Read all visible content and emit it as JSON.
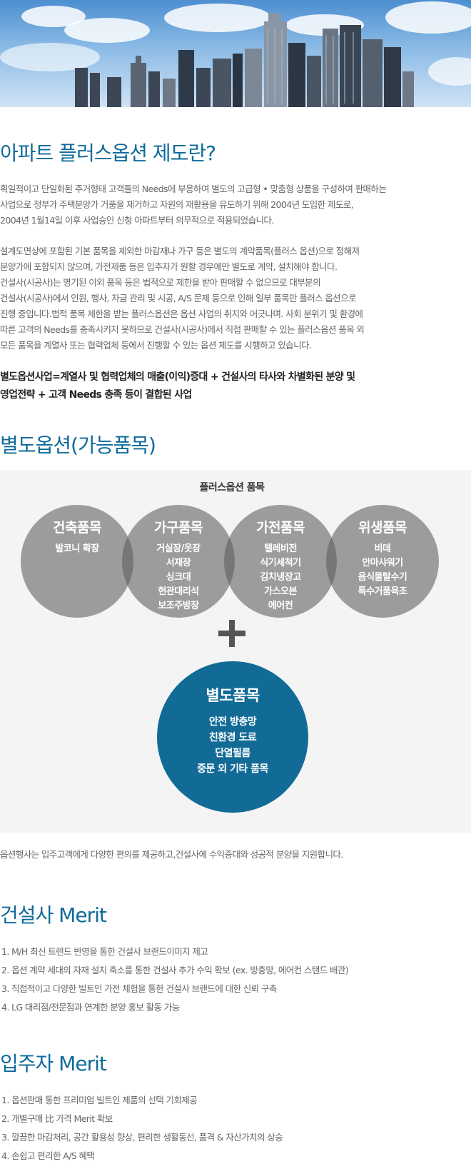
{
  "intro": {
    "title": "아파트 플러스옵션 제도란?",
    "para1": [
      "획일적이고 단일화된 주거형태 고객들의 Needs에 부응하여 별도의 고급형 • 맞춤형 상품을 구성하여 판매하는",
      "사업으로 정부가 주택분양가 거품을 제거하고 자원의 재활용을 유도하기 위해 2004년 도입한 제도로,",
      "2004년 1월14일 이후 사업승인 신청 아파트부터 의무적으로 적용되었습니다."
    ],
    "para2": [
      "설계도면상에 포함된 기본 품목을 제외한 마감재나 가구 등은 별도의 계약품목(플러스 옵션)으로 정해져",
      "분양가에 포함되지 않으며, 가전제품 등은 입주자가 원할 경우에만 별도로 계약, 설치해야 합니다.",
      "건설사(시공사)는 명기된 이외 품목 등은 법적으로 제한을 받아 판매할 수 없으므로 대부분의",
      "건설사(시공사)에서 인원, 행사, 자금 관리 및 시공, A/S 문제 등으로 인해 일부 품목만 플러스 옵션으로",
      "진행 중입니다.법적 품목 제한을 받는 플러스옵션은 옵션 사업의 취지와 어긋나며. 사회 분위기 및 환경에",
      "따른 고객의 Needs를 충족시키지 못하므로  건설사(시공사)에서 직접 판매할 수 있는 플러스옵션 품목 외",
      "모든 품목을 계열사 또는 협력업체 등에서 진행할 수 있는 옵션 제도를 시행하고 있습니다."
    ],
    "bold": [
      "별도옵션사업=계열사 및 협력업체의 매출(이익)증대 + 건설사의 타사와 차별화된 분양 및",
      "영업전략 + 고객 Needs 충족 등이 결합된 사업"
    ]
  },
  "options": {
    "title": "별도옵션(가능품목)",
    "diagram_title": "플러스옵션 품목",
    "circles": [
      {
        "title": "건축품목",
        "items": [
          "발코니 확장"
        ]
      },
      {
        "title": "가구품목",
        "items": [
          "거실장/옷장",
          "서재장",
          "싱크대",
          "현관대리석",
          "보조주방장"
        ]
      },
      {
        "title": "가전품목",
        "items": [
          "텔레비전",
          "식기세척기",
          "김치냉장고",
          "가스오븐",
          "에어컨"
        ]
      },
      {
        "title": "위생품목",
        "items": [
          "비데",
          "안마샤워기",
          "음식물탈수기",
          "특수거품욕조"
        ]
      }
    ],
    "separate": {
      "title": "별도품목",
      "items": [
        "안전 방충망",
        "친환경 도료",
        "단열필름",
        "중문 외 기타 품목"
      ]
    },
    "caption": "옵션행사는 입주고객에게 다양한 편의를 제공하고,건설사에 수익증대와 성공적 분양을 지원합니다.",
    "colors": {
      "gray_circle": "#9c9c9c",
      "overlap": "#777777",
      "blue_circle": "#116b96",
      "diagram_bg": "#f4f4f4"
    }
  },
  "builder_merit": {
    "title": "건설사 Merit",
    "items": [
      "1.  M/H 최신 트렌드 반영을 통한 건설사 브랜드이미지 제고",
      "2.  옵션 계약 세대의 자재 설치 축소를 통한 건설사 추가 수익 확보 (ex. 방충망, 에어컨 스탠드 배관)",
      "3.  직접적이고 다양한 빌트인 가전 체험을 통한 건설사 브랜드에 대한 신뢰 구축",
      "4.  LG 대리점/전문점과 연계한 분양 홍보 활동 가능"
    ]
  },
  "resident_merit": {
    "title": "입주자 Merit",
    "items": [
      "1.    옵션판매 통한 프리미엄 빌트인 제품의 선택 기회제공",
      "2.  개별구매 比 가격 Merit 확보",
      "3.  깔끔한 마감처리, 공간 활용성 향상, 편리한 생활동선, 품격 & 자산가치의 상승",
      "4.  손쉽고 편리한 A/S 혜택"
    ]
  }
}
